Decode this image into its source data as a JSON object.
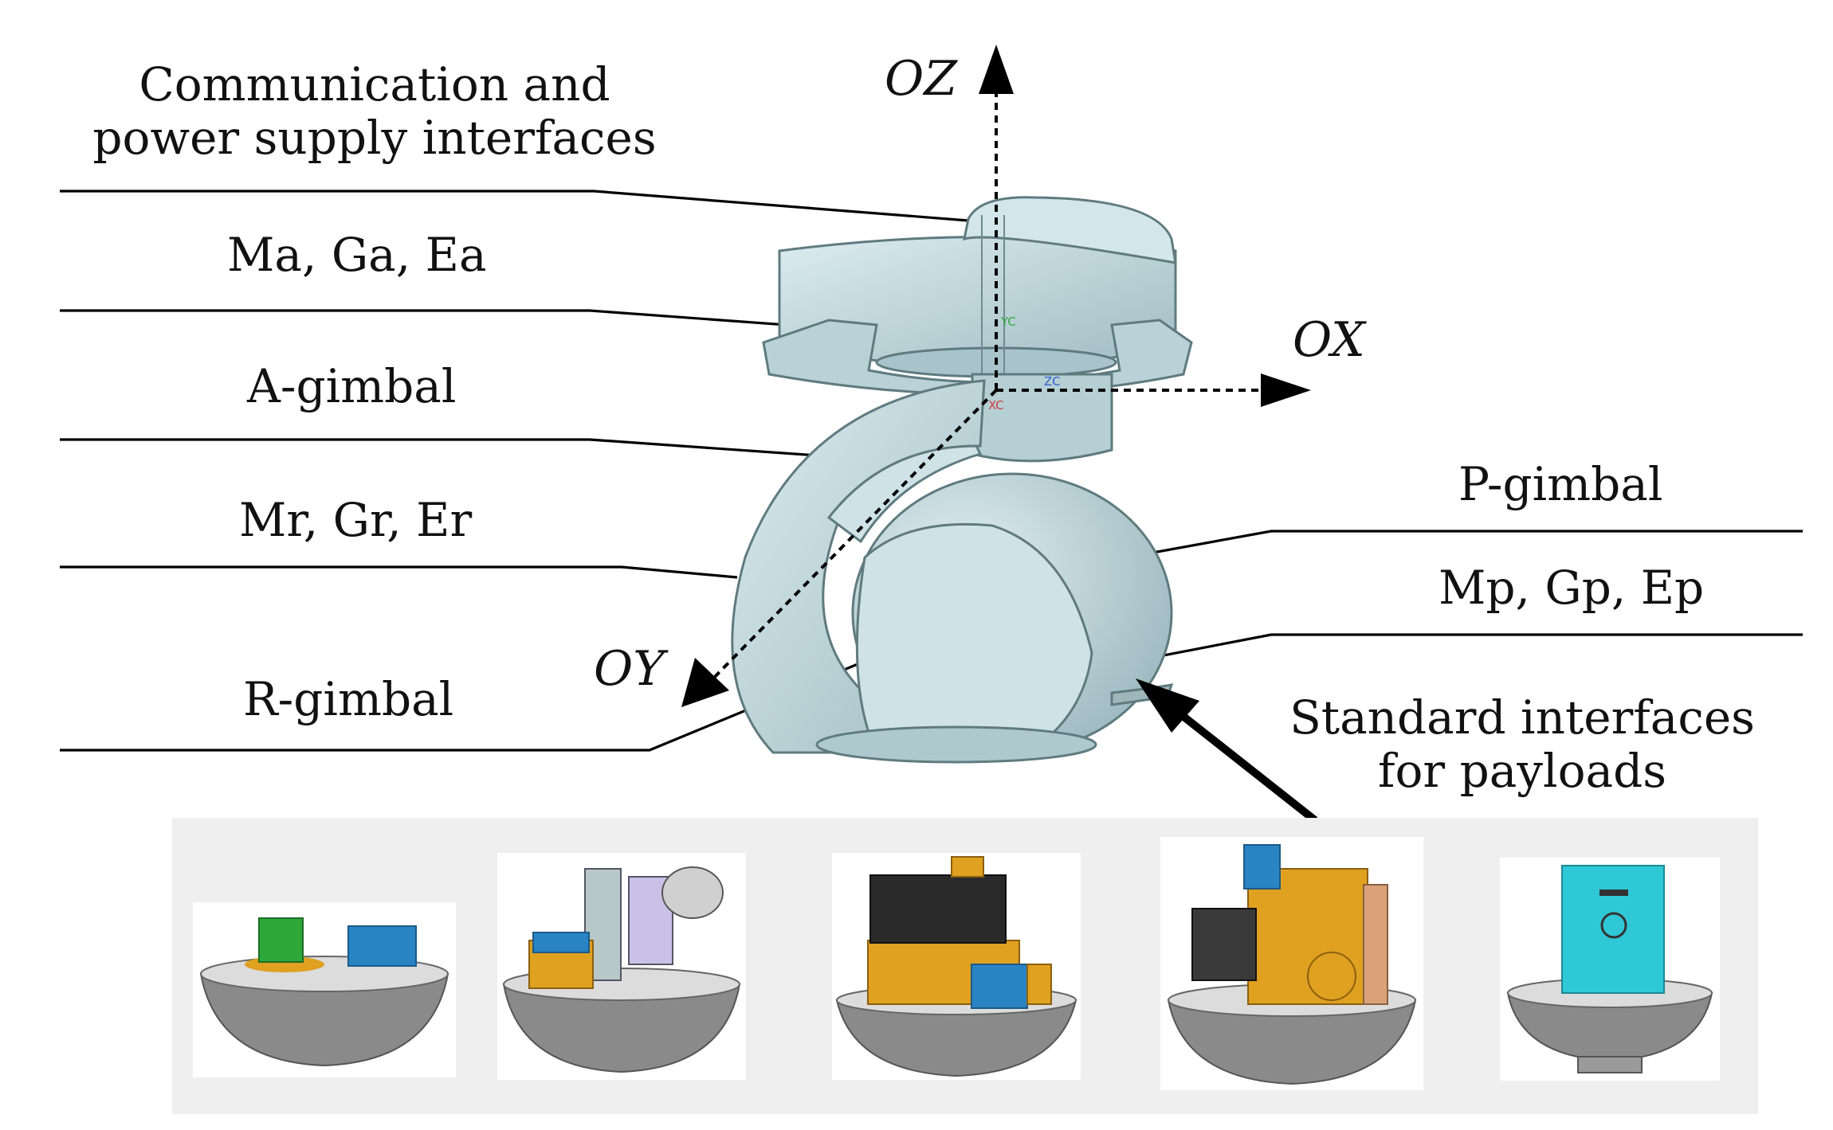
{
  "labels": {
    "comm_power": "Communication and\npower supply interfaces",
    "ma_ga_ea": "Ma, Ga, Ea",
    "a_gimbal": "A-gimbal",
    "mr_gr_er": "Mr, Gr, Er",
    "r_gimbal": "R-gimbal",
    "p_gimbal": "P-gimbal",
    "mp_gp_ep": "Mp, Gp, Ep",
    "std_interfaces": "Standard interfaces\nfor payloads"
  },
  "axes": {
    "oz": "OZ",
    "ox": "OX",
    "oy": "OY"
  },
  "cad_tags": {
    "yc": "YC",
    "xc": "XC",
    "zc": "ZC"
  },
  "colors": {
    "gimbal": "#c7dde1",
    "gimbal_dark": "#a3c0c6",
    "gimbal_edge": "#5f7b80",
    "dome": "#8e8e8e",
    "orange": "#e0a020",
    "blue": "#2a84c4",
    "green": "#2fa83a",
    "cyan": "#2fc8d6",
    "black_box": "#2a2a2a"
  }
}
